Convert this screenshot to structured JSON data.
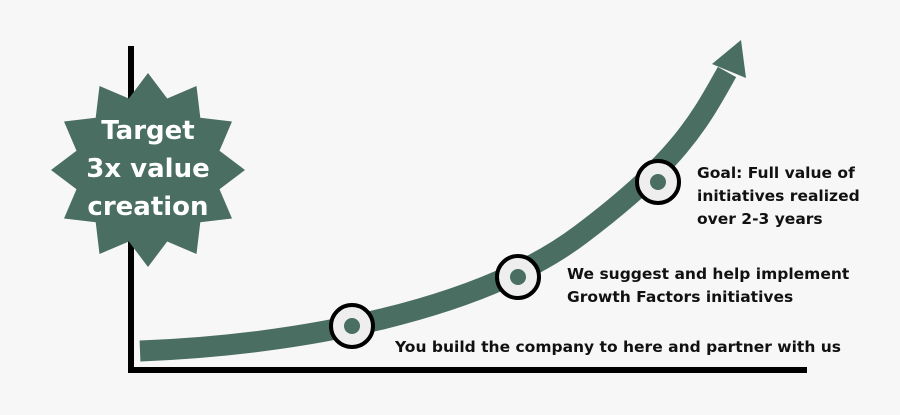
{
  "colors": {
    "accent": "#4a6e62",
    "axis": "#000000",
    "background": "#f7f7f7",
    "marker_fill": "#eeeeee"
  },
  "badge": {
    "lines": [
      "Target",
      "3x value",
      "creation"
    ],
    "shape": "12-point-starburst"
  },
  "milestones": [
    {
      "label": "You build the company to here and partner with us"
    },
    {
      "label_lines": [
        "We suggest and help implement",
        "Growth Factors initiatives"
      ]
    },
    {
      "label_lines": [
        "Goal: Full value of",
        "initiatives realized",
        "over 2-3 years"
      ]
    }
  ],
  "icons": {
    "arrow": "arrow-up-right-icon",
    "marker": "target-circle-icon"
  }
}
